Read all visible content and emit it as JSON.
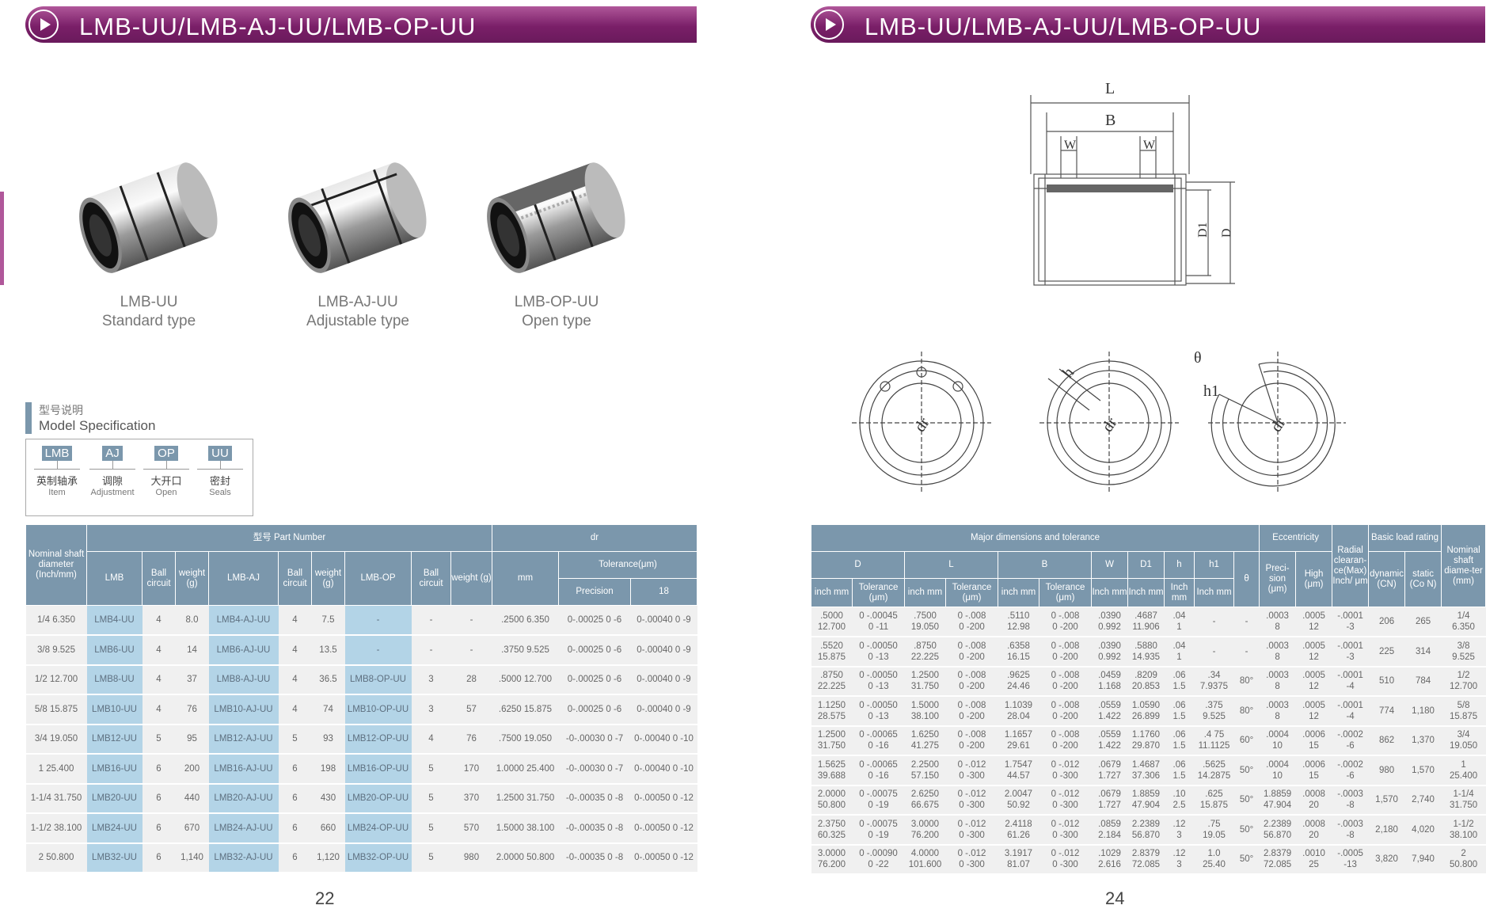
{
  "left_banner_title": "LMB-UU/LMB-AJ-UU/LMB-OP-UU",
  "right_banner_title": "LMB-UU/LMB-AJ-UU/LMB-OP-UU",
  "products": [
    {
      "name": "LMB-UU",
      "type": "Standard type"
    },
    {
      "name": "LMB-AJ-UU",
      "type": "Adjustable type"
    },
    {
      "name": "LMB-OP-UU",
      "type": "Open type"
    }
  ],
  "spec": {
    "title_cn": "型号说明",
    "title_en": "Model Specification",
    "items": [
      {
        "code": "LMB",
        "cn": "英制轴承",
        "en": "Item"
      },
      {
        "code": "AJ",
        "cn": "调隙",
        "en": "Adjustment"
      },
      {
        "code": "OP",
        "cn": "大开口",
        "en": "Open"
      },
      {
        "code": "UU",
        "cn": "密封",
        "en": "Seals"
      }
    ]
  },
  "drawing_labels": {
    "L": "L",
    "B": "B",
    "W1": "W",
    "W2": "W",
    "D1": "D1",
    "D": "D",
    "dr": "dr",
    "h": "h",
    "h1": "h1",
    "theta": "θ"
  },
  "left_table": {
    "head": {
      "nominal": "Nominal shaft diameter (Inch/mm)",
      "part_number": "型号 Part Number",
      "dr": "dr",
      "lmb": "LMB",
      "ball1": "Ball circuit",
      "weight1": "weight (g)",
      "lmbaj": "LMB-AJ",
      "ball2": "Ball circuit",
      "weight2": "weight (g)",
      "lmbop": "LMB-OP",
      "ball3": "Ball circuit",
      "weight3": "weight (g)",
      "mm": "mm",
      "tolerance": "Tolerance(μm)",
      "precision": "Precision",
      "col18": "18"
    },
    "rows": [
      [
        "1/4  6.350",
        "LMB4-UU",
        "4",
        "8.0",
        "LMB4-AJ-UU",
        "4",
        "7.5",
        "-",
        "-",
        "-",
        ".2500  6.350",
        "0-.00025  0 -6",
        "0-.00040  0 -9"
      ],
      [
        "3/8  9.525",
        "LMB6-UU",
        "4",
        "14",
        "LMB6-AJ-UU",
        "4",
        "13.5",
        "-",
        "-",
        "-",
        ".3750  9.525",
        "0-.00025  0 -6",
        "0-.00040  0 -9"
      ],
      [
        "1/2  12.700",
        "LMB8-UU",
        "4",
        "37",
        "LMB8-AJ-UU",
        "4",
        "36.5",
        "LMB8-OP-UU",
        "3",
        "28",
        ".5000  12.700",
        "0-.00025  0 -6",
        "0-.00040  0 -9"
      ],
      [
        "5/8  15.875",
        "LMB10-UU",
        "4",
        "76",
        "LMB10-AJ-UU",
        "4",
        "74",
        "LMB10-OP-UU",
        "3",
        "57",
        ".6250  15.875",
        "0-.00025  0 -6",
        "0-.00040  0 -9"
      ],
      [
        "3/4  19.050",
        "LMB12-UU",
        "5",
        "95",
        "LMB12-AJ-UU",
        "5",
        "93",
        "LMB12-OP-UU",
        "4",
        "76",
        ".7500  19.050",
        "-0-.00030  0 -7",
        "0-.00040  0 -10"
      ],
      [
        "1  25.400",
        "LMB16-UU",
        "6",
        "200",
        "LMB16-AJ-UU",
        "6",
        "198",
        "LMB16-OP-UU",
        "5",
        "170",
        "1.0000  25.400",
        "-0-.00030  0 -7",
        "0-.00040  0 -10"
      ],
      [
        "1-1/4  31.750",
        "LMB20-UU",
        "6",
        "440",
        "LMB20-AJ-UU",
        "6",
        "430",
        "LMB20-OP-UU",
        "5",
        "370",
        "1.2500  31.750",
        "-0-.00035  0 -8",
        "0-.00050  0 -12"
      ],
      [
        "1-1/2  38.100",
        "LMB24-UU",
        "6",
        "670",
        "LMB24-AJ-UU",
        "6",
        "660",
        "LMB24-OP-UU",
        "5",
        "570",
        "1.5000  38.100",
        "-0-.00035  0 -8",
        "0-.00050  0 -12"
      ],
      [
        "2  50.800",
        "LMB32-UU",
        "6",
        "1,140",
        "LMB32-AJ-UU",
        "6",
        "1,120",
        "LMB32-OP-UU",
        "5",
        "980",
        "2.0000  50.800",
        "-0-.00035  0 -8",
        "0-.00050  0 -12"
      ]
    ]
  },
  "right_table": {
    "head": {
      "major": "Major  dimensions and tolerance",
      "eccentricity": "Eccentricity",
      "radial": "Radial clearan-ce(Max) Inch/ μm",
      "basic": "Basic load rating",
      "nominal": "Nominal shaft diame-ter (mm)",
      "D": "D",
      "L": "L",
      "B": "B",
      "W": "W",
      "D1": "D1",
      "h": "h",
      "h1": "h1",
      "theta": "θ",
      "inch_mm": "inch mm",
      "tol": "Tolerance (μm)",
      "Inch_mm": "Inch mm",
      "precision": "Preci-sion (μm)",
      "high": "High (μm)",
      "dynamic": "dynamic (CN)",
      "static": "static (Co N)"
    },
    "rows": [
      [
        ".5000\n12.700",
        "0 -.00045\n0 -11",
        ".7500\n19.050",
        "0 -.008\n0 -200",
        ".5110\n12.98",
        "0 -.008\n0 -200",
        ".0390\n0.992",
        ".4687\n11.906",
        ".04\n1",
        "-",
        "-",
        ".0003\n8",
        ".0005\n12",
        "-.0001\n-3",
        "206",
        "265",
        "1/4\n6.350"
      ],
      [
        ".5520\n15.875",
        "0 -.00050\n0 -13",
        ".8750\n22.225",
        "0 -.008\n0 -200",
        ".6358\n16.15",
        "0 -.008\n0 -200",
        ".0390\n0.992",
        ".5880\n14.935",
        ".04\n1",
        "-",
        "-",
        ".0003\n8",
        ".0005\n12",
        "-.0001\n-3",
        "225",
        "314",
        "3/8\n9.525"
      ],
      [
        ".8750\n22.225",
        "0 -.00050\n0 -13",
        "1.2500\n31.750",
        "0 -.008\n0 -200",
        ".9625\n24.46",
        "0 -.008\n0 -200",
        ".0459\n1.168",
        ".8209\n20.853",
        ".06\n1.5",
        ".34\n7.9375",
        "80°",
        ".0003\n8",
        ".0005\n12",
        "-.0001\n-4",
        "510",
        "784",
        "1/2\n12.700"
      ],
      [
        "1.1250\n28.575",
        "0 -.00050\n0 -13",
        "1.5000\n38.100",
        "0 -.008\n0 -200",
        "1.1039\n28.04",
        "0 -.008\n0 -200",
        ".0559\n1.422",
        "1.0590\n26.899",
        ".06\n1.5",
        ".375\n9.525",
        "80°",
        ".0003\n8",
        ".0005\n12",
        "-.0001\n-4",
        "774",
        "1,180",
        "5/8\n15.875"
      ],
      [
        "1.2500\n31.750",
        "0 -.00065\n0 -16",
        "1.6250\n41.275",
        "0 -.008\n0 -200",
        "1.1657\n29.61",
        "0 -.008\n0 -200",
        ".0559\n1.422",
        "1.1760\n29.870",
        ".06\n1.5",
        ".4 75\n11.1125",
        "60°",
        ".0004\n10",
        ".0006\n15",
        "-.0002\n-6",
        "862",
        "1,370",
        "3/4\n19.050"
      ],
      [
        "1.5625\n39.688",
        "0 -.00065\n0 -16",
        "2.2500\n57.150",
        "0 -.012\n0 -300",
        "1.7547\n44.57",
        "0 -.012\n0 -300",
        ".0679\n1.727",
        "1.4687\n37.306",
        ".06\n1.5",
        ".5625\n14.2875",
        "50°",
        ".0004\n10",
        ".0006\n15",
        "-.0002\n-6",
        "980",
        "1,570",
        "1\n25.400"
      ],
      [
        "2.0000\n50.800",
        "0 -.00075\n0 -19",
        "2.6250\n66.675",
        "0 -.012\n0 -300",
        "2.0047\n50.92",
        "0 -.012\n0 -300",
        ".0679\n1.727",
        "1.8859\n47.904",
        ".10\n2.5",
        ".625\n15.875",
        "50°",
        "1.8859\n47.904",
        ".0008\n20",
        "-.0003\n-8",
        "1,570",
        "2,740",
        "1-1/4\n31.750"
      ],
      [
        "2.3750\n60.325",
        "0 -.00075\n0 -19",
        "3.0000\n76.200",
        "0 -.012\n0 -300",
        "2.4118\n61.26",
        "0 -.012\n0 -300",
        ".0859\n2.184",
        "2.2389\n56.870",
        ".12\n3",
        ".75\n19.05",
        "50°",
        "2.2389\n56.870",
        ".0008\n20",
        "-.0003\n-8",
        "2,180",
        "4,020",
        "1-1/2\n38.100"
      ],
      [
        "3.0000\n76.200",
        "0 -.00090\n0 -22",
        "4.0000\n101.600",
        "0 -.012\n0 -300",
        "3.1917\n81.07",
        "0 -.012\n0 -300",
        ".1029\n2.616",
        "2.8379\n72.085",
        ".12\n3",
        "1.0\n25.40",
        "50°",
        "2.8379\n72.085",
        ".0010\n25",
        "-.0005\n-13",
        "3,820",
        "7,940",
        "2\n50.800"
      ]
    ]
  },
  "page_left": "22",
  "page_right": "24",
  "colors": {
    "banner": "#7a1f68",
    "table_header": "#7b97ac",
    "highlight": "#b3d4e7"
  }
}
